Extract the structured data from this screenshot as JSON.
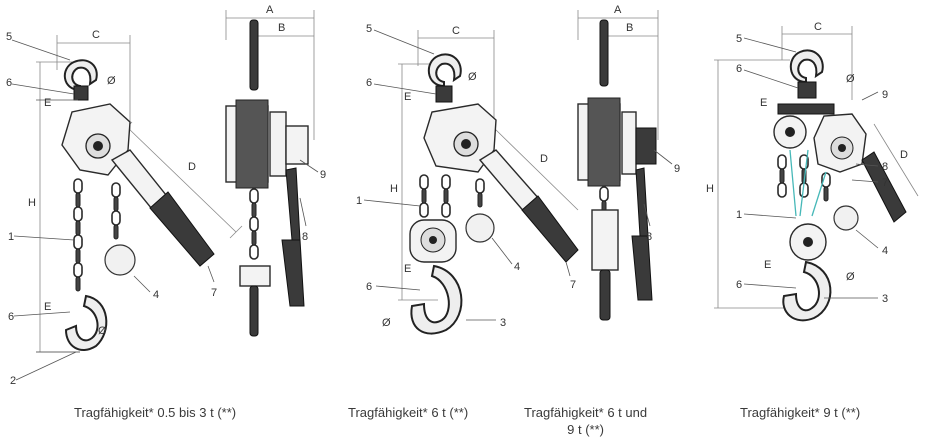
{
  "captions": {
    "c1": "Tragfähigkeit* 0.5 bis 3 t (**)",
    "c2": "Tragfähigkeit* 6 t (**)",
    "c3_line1": "Tragfähigkeit* 6 t und",
    "c3_line2": "9 t (**)",
    "c4": "Tragfähigkeit* 9 t (**)"
  },
  "dims": {
    "A": "A",
    "B": "B",
    "C": "C",
    "D": "D",
    "E": "E",
    "H": "H",
    "dia": "Ø"
  },
  "callouts": {
    "n1": "1",
    "n2": "2",
    "n3": "3",
    "n4": "4",
    "n5": "5",
    "n6": "6",
    "n7": "7",
    "n8": "8",
    "n9": "9"
  }
}
